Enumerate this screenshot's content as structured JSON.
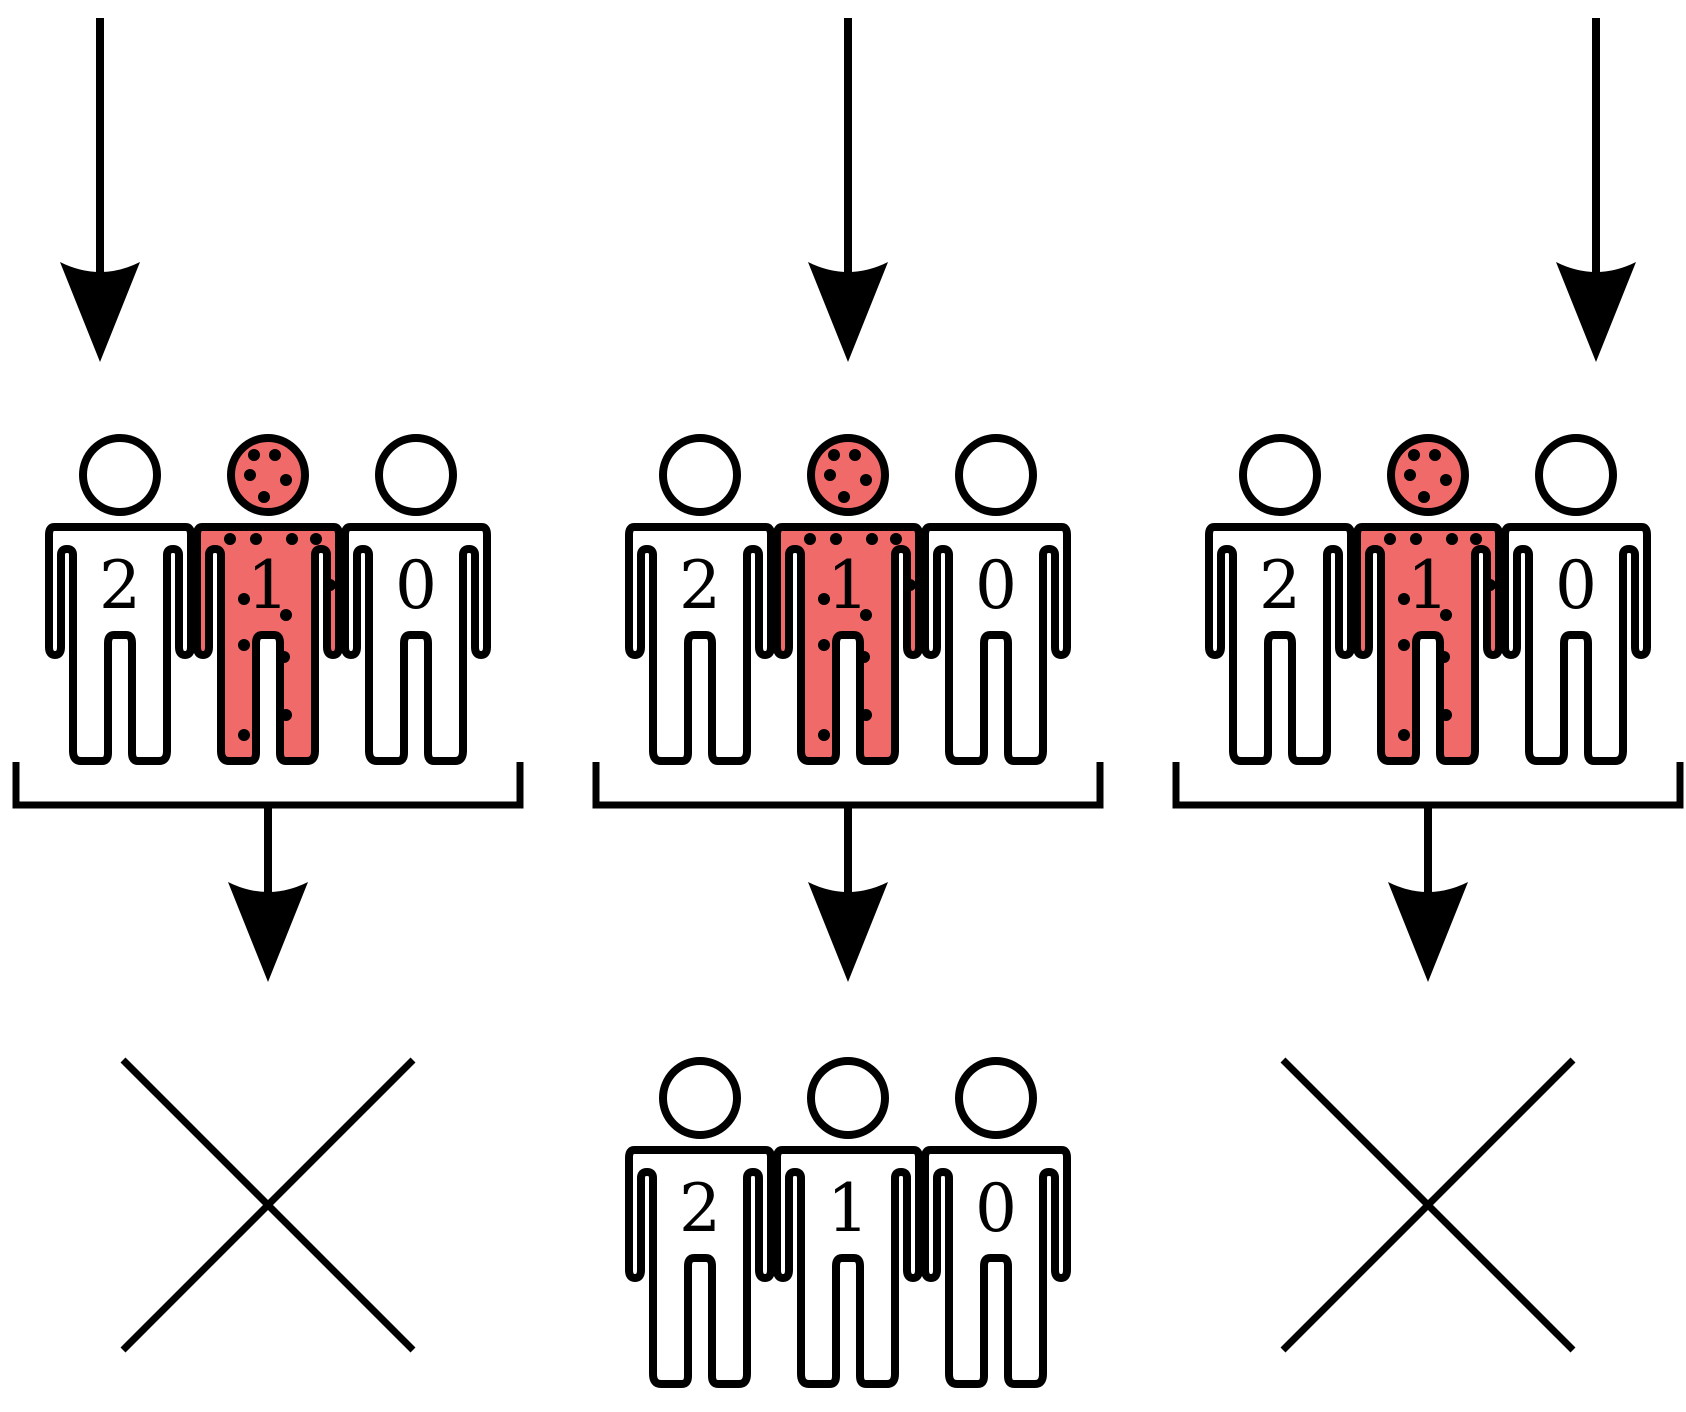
{
  "colors": {
    "stroke": "#000000",
    "infected_fill": "#f06a6a",
    "healthy_fill": "#ffffff"
  },
  "groups": [
    {
      "id": "left",
      "people": [
        {
          "label": "2",
          "infected": false
        },
        {
          "label": "1",
          "infected": true
        },
        {
          "label": "0",
          "infected": false
        }
      ],
      "outcome": {
        "type": "cross"
      }
    },
    {
      "id": "center",
      "people": [
        {
          "label": "2",
          "infected": false
        },
        {
          "label": "1",
          "infected": true
        },
        {
          "label": "0",
          "infected": false
        }
      ],
      "outcome": {
        "type": "people",
        "people": [
          {
            "label": "2",
            "infected": false
          },
          {
            "label": "1",
            "infected": false
          },
          {
            "label": "0",
            "infected": false
          }
        ]
      }
    },
    {
      "id": "right",
      "people": [
        {
          "label": "2",
          "infected": false
        },
        {
          "label": "1",
          "infected": true
        },
        {
          "label": "0",
          "infected": false
        }
      ],
      "outcome": {
        "type": "cross"
      }
    }
  ]
}
